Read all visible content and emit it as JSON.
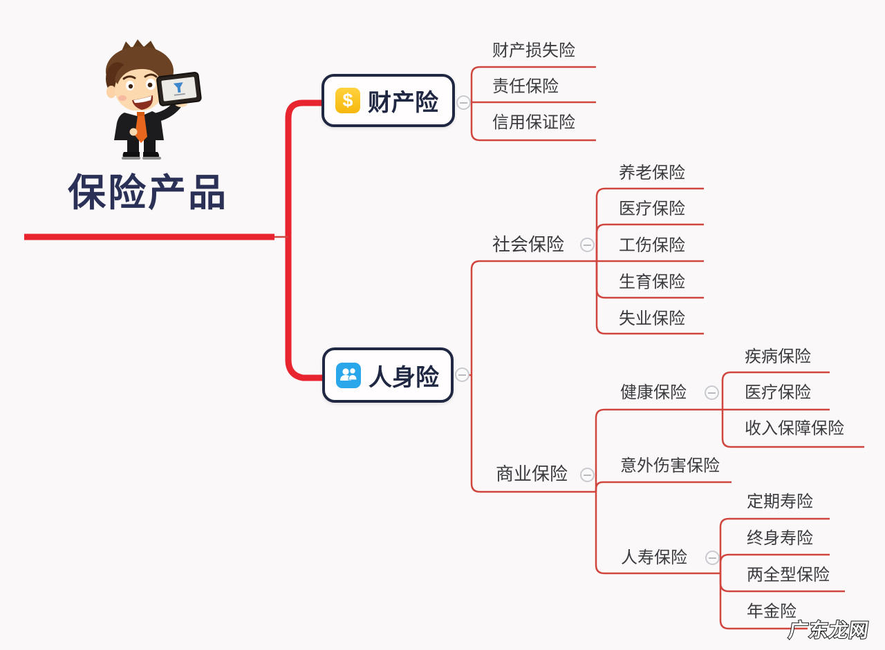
{
  "mindmap": {
    "title": "保险产品",
    "branches": [
      {
        "label": "财产险",
        "icon": "dollar-icon",
        "children": [
          {
            "label": "财产损失险"
          },
          {
            "label": "责任保险"
          },
          {
            "label": "信用保证险"
          }
        ]
      },
      {
        "label": "人身险",
        "icon": "people-icon",
        "children": [
          {
            "label": "社会保险",
            "children": [
              {
                "label": "养老保险"
              },
              {
                "label": "医疗保险"
              },
              {
                "label": "工伤保险"
              },
              {
                "label": "生育保险"
              },
              {
                "label": "失业保险"
              }
            ]
          },
          {
            "label": "商业保险",
            "children": [
              {
                "label": "健康保险",
                "children": [
                  {
                    "label": "疾病保险"
                  },
                  {
                    "label": "医疗保险"
                  },
                  {
                    "label": "收入保障保险"
                  }
                ]
              },
              {
                "label": "意外伤害保险"
              },
              {
                "label": "人寿保险",
                "children": [
                  {
                    "label": "定期寿险"
                  },
                  {
                    "label": "终身寿险"
                  },
                  {
                    "label": "两全型保险"
                  },
                  {
                    "label": "年金险"
                  }
                ]
              }
            ]
          }
        ]
      }
    ]
  },
  "watermark": "广东龙网",
  "icons": {
    "dollar_glyph": "$"
  },
  "colors": {
    "branch_thick_red": "#e8242e",
    "connector_red": "#d0453e",
    "node_navy": "#1f2742",
    "title_navy": "#2b3156",
    "icon_gold": "#f6b70c",
    "icon_blue": "#2aa7ea",
    "text_dark": "#3a3a3f",
    "background": "#faf8f8"
  }
}
